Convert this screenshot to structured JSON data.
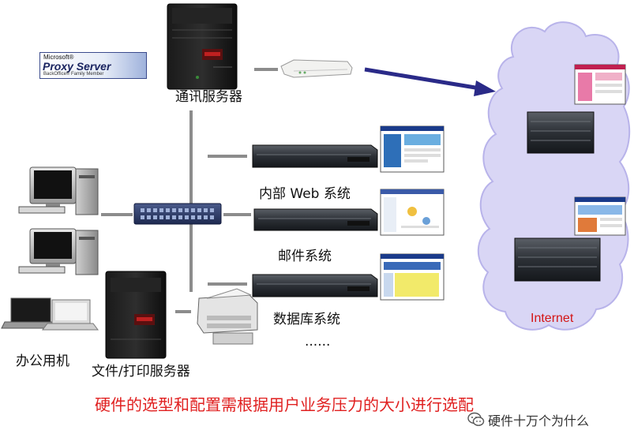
{
  "diagram": {
    "nodes": {
      "comm_server": "通讯服务器",
      "web_system": "内部 Web 系统",
      "mail_system": "邮件系统",
      "db_system": "数据库系统",
      "ellipsis": "......",
      "office_pcs": "办公用机",
      "file_print_server": "文件/打印服务器",
      "internet": "Internet"
    },
    "logo": {
      "brand": "Microsoft®",
      "product": "Proxy Server",
      "family": "BackOffice® Family Member"
    },
    "caption": "硬件的选型和配置需根据用户业务压力的大小进行选配",
    "watermark": "硬件十万个为什么",
    "colors": {
      "cloud": "#d9d6f5",
      "cloud_stroke": "#b8b3ea",
      "arrow": "#2a2a88",
      "line": "#8c8c8c",
      "caption": "#e02020",
      "internet_label": "#d41515"
    }
  }
}
